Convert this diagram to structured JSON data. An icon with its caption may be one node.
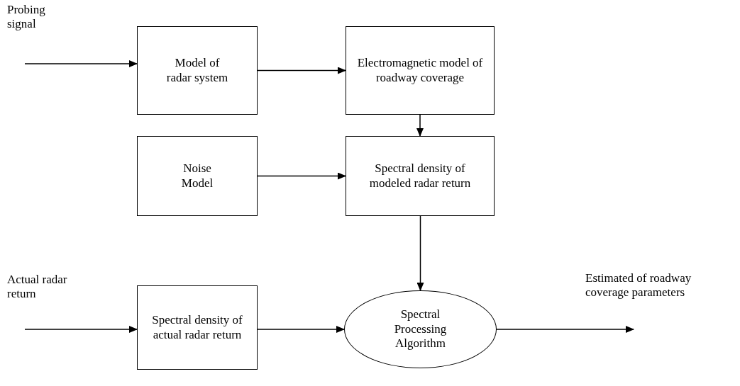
{
  "diagram": {
    "nodes": [
      {
        "text": [
          "Model of radar system"
        ]
      },
      {
        "text": [
          "Electromagnetic model of roadway coverage"
        ]
      },
      {
        "text": [
          "Noise Model"
        ]
      },
      {
        "text": [
          "Spectral density of modeled radar return"
        ]
      },
      {
        "text": [
          "Spectral density of actual radar return"
        ]
      },
      {
        "text": [
          "Spectral Processing Algorithm"
        ]
      }
    ],
    "edges": [
      {
        "from": null,
        "to": 0,
        "arrow": "to",
        "label": "Probing signal"
      },
      {
        "from": 0,
        "to": 1,
        "arrow": "to"
      },
      {
        "from": 1,
        "to": 3,
        "arrow": "to"
      },
      {
        "from": 2,
        "to": 3,
        "arrow": "to"
      },
      {
        "from": 3,
        "to": 5,
        "arrow": "to"
      },
      {
        "from": null,
        "to": 4,
        "arrow": "to",
        "label": "Actual radar return"
      },
      {
        "from": 4,
        "to": 5,
        "arrow": "to"
      },
      {
        "from": 5,
        "to": null,
        "arrow": "to",
        "label": "Estimated of roadway coverage parameters"
      }
    ]
  }
}
